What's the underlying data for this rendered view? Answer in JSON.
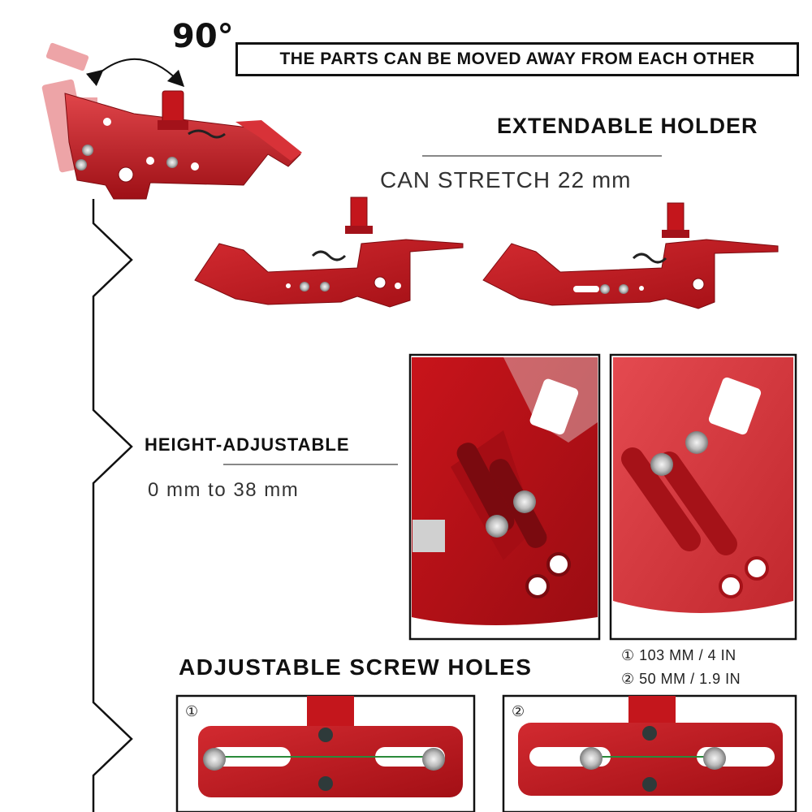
{
  "angle_label": "90°",
  "banner_text": "THE PARTS CAN BE MOVED AWAY FROM EACH OTHER",
  "extendable": {
    "heading": "EXTENDABLE HOLDER",
    "stretch_text": "CAN STRETCH  22 mm"
  },
  "height": {
    "heading": "HEIGHT-ADJUSTABLE",
    "range_text": "0 mm to 38 mm"
  },
  "screw_holes": {
    "heading": "ADJUSTABLE SCREW HOLES",
    "spec_1": "① 103 MM / 4 IN",
    "spec_2": "② 50 MM / 1.9 IN",
    "panel_1_label": "①",
    "panel_2_label": "②"
  },
  "colors": {
    "bracket_red": "#c4161c",
    "bracket_dark": "#8e0d12",
    "bracket_light": "#e0454a",
    "frame": "#111111"
  },
  "icons": [
    "rotation-arrow-icon",
    "bracket-illustration"
  ]
}
